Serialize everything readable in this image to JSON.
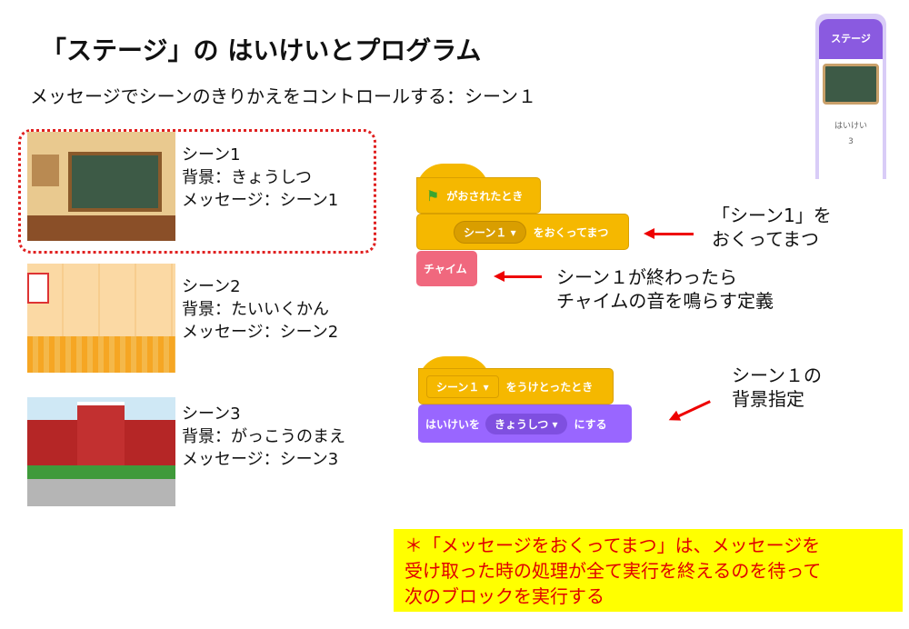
{
  "title": "「ステージ」の はいけいとプログラム",
  "subtitle": "メッセージでシーンのきりかえをコントロールする：シーン１",
  "scenes": [
    {
      "name": "シーン1",
      "background": "背景：きょうしつ",
      "message": "メッセージ：シーン1"
    },
    {
      "name": "シーン2",
      "background": "背景：たいいくかん",
      "message": "メッセージ：シーン2"
    },
    {
      "name": "シーン3",
      "background": "背景：がっこうのまえ",
      "message": "メッセージ：シーン3"
    }
  ],
  "script1": {
    "hat": "がおされたとき",
    "dropdown": "シーン１",
    "send": "をおくってまつ",
    "chime": "チャイム"
  },
  "script2": {
    "dropdown": "シーン１",
    "hat": "をうけとったとき",
    "switch_prefix": "はいけいを",
    "backdrop": "きょうしつ",
    "switch_suffix": "にする"
  },
  "notes": {
    "n1a": "「シーン1」を",
    "n1b": "おくってまつ",
    "n2a": "シーン１が終わったら",
    "n2b": "チャイムの音を鳴らす定義",
    "n3a": "シーン１の",
    "n3b": "背景指定"
  },
  "footnote": [
    "＊「メッセージをおくってまつ」は、メッセージを",
    "受け取った時の処理が全て実行を終えるのを待って",
    "次のブロックを実行する"
  ],
  "stage_panel": {
    "header": "ステージ",
    "label": "はいけい",
    "count": "3"
  },
  "colors": {
    "events": "#f5b800",
    "sound": "#f0687e",
    "looks": "#9966ff",
    "footnote_bg": "#ffff00",
    "footnote_text": "#e00000"
  }
}
